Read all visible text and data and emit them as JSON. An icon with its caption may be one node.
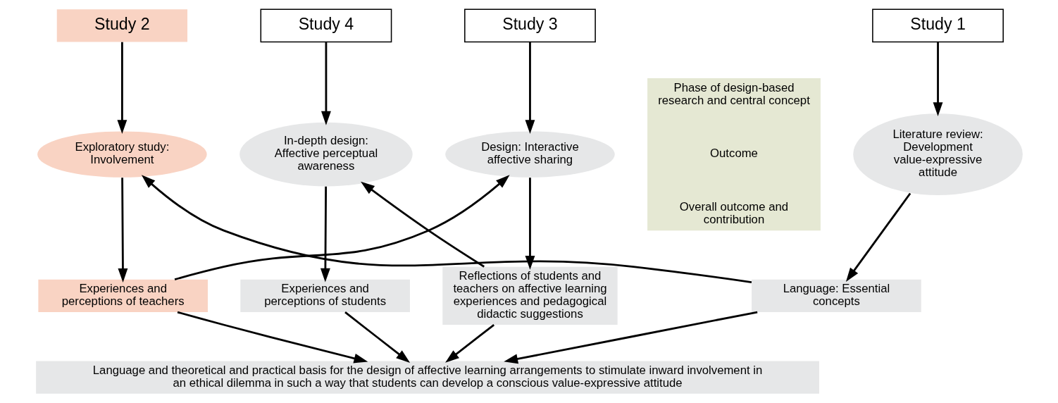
{
  "diagram": {
    "nodes": [
      {
        "text": [
          "Phase of design-based research and central concept",
          "Outcome",
          "Overall outcome and contribution"
        ]
      },
      {
        "text": [
          "Study 1"
        ]
      },
      {
        "text": [
          "Study 2"
        ]
      },
      {
        "text": [
          "Study 3"
        ]
      },
      {
        "text": [
          "Study 4"
        ]
      },
      {
        "text": [
          "Literature review: Development value-expressive attitude"
        ]
      },
      {
        "text": [
          "Exploratory study: Involvement"
        ]
      },
      {
        "text": [
          "Design: Interactive affective sharing"
        ]
      },
      {
        "text": [
          "In-depth design: Affective perceptual awareness"
        ]
      },
      {
        "text": [
          "Language: Essential concepts"
        ]
      },
      {
        "text": [
          "Experiences and perceptions of teachers"
        ]
      },
      {
        "text": [
          "Reflections of students and teachers on affective learning experiences and pedagogical didactic suggestions"
        ]
      },
      {
        "text": [
          "Experiences and perceptions of students"
        ]
      },
      {
        "text": [
          "Language and theoretical and practical basis for the design of affective learning arrangements to stimulate inward involvement in an ethical dilemma in such a way that students can develop a conscious value-expressive attitude"
        ]
      }
    ],
    "edges": [
      {
        "from": 1,
        "to": 5,
        "arrow": "to"
      },
      {
        "from": 2,
        "to": 6,
        "arrow": "to"
      },
      {
        "from": 3,
        "to": 7,
        "arrow": "to"
      },
      {
        "from": 4,
        "to": 8,
        "arrow": "to"
      },
      {
        "from": 5,
        "to": 9,
        "arrow": "to"
      },
      {
        "from": 6,
        "to": 10,
        "arrow": "to"
      },
      {
        "from": 7,
        "to": 11,
        "arrow": "to"
      },
      {
        "from": 8,
        "to": 12,
        "arrow": "to"
      },
      {
        "from": 9,
        "to": 6,
        "arrow": "to"
      },
      {
        "from": 10,
        "to": 7,
        "arrow": "to"
      },
      {
        "from": 11,
        "to": 8,
        "arrow": "to"
      },
      {
        "from": 9,
        "to": 13,
        "arrow": "to"
      },
      {
        "from": 10,
        "to": 13,
        "arrow": "to"
      },
      {
        "from": 11,
        "to": 13,
        "arrow": "to"
      },
      {
        "from": 12,
        "to": 13,
        "arrow": "to"
      }
    ]
  }
}
